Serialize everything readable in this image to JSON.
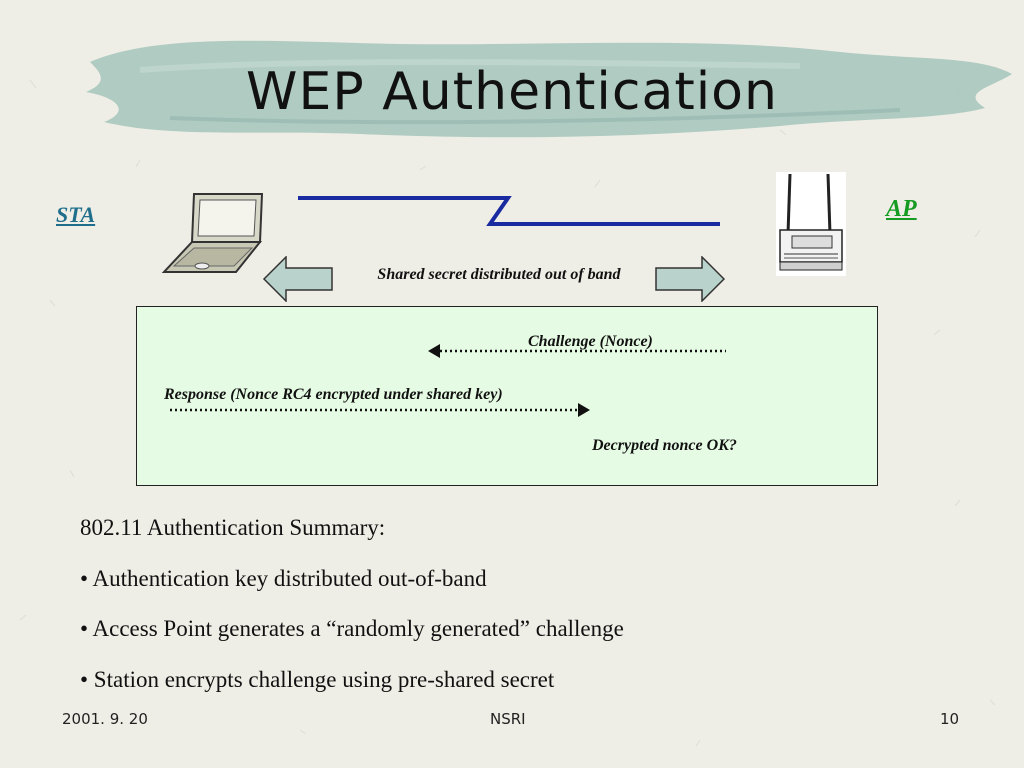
{
  "slide": {
    "title": "WEP Authentication",
    "colors": {
      "background": "#eeeee6",
      "title_brush": "#a9c6be",
      "sta_label": "#1f6e8c",
      "ap_label": "#159a22",
      "box_fill": "#e6fbe4",
      "arrow_fill": "#b9d2cb",
      "link_line": "#1a2aa0"
    }
  },
  "diagram": {
    "station": {
      "label": "STA",
      "icon": "laptop-icon"
    },
    "access_point": {
      "label": "AP",
      "icon": "access-point-icon"
    },
    "shared_secret_text": "Shared secret distributed out of band",
    "exchange": {
      "challenge": "Challenge (Nonce)",
      "response": "Response (Nonce RC4 encrypted under shared key)",
      "result": "Decrypted nonce OK?"
    }
  },
  "summary": {
    "heading": "802.11 Authentication Summary:",
    "items": [
      "• Authentication key distributed out-of-band",
      "• Access Point generates a “randomly generated” challenge",
      "• Station encrypts challenge using pre-shared secret"
    ]
  },
  "footer": {
    "date": "2001. 9. 20",
    "org": "NSRI",
    "page": "10"
  }
}
